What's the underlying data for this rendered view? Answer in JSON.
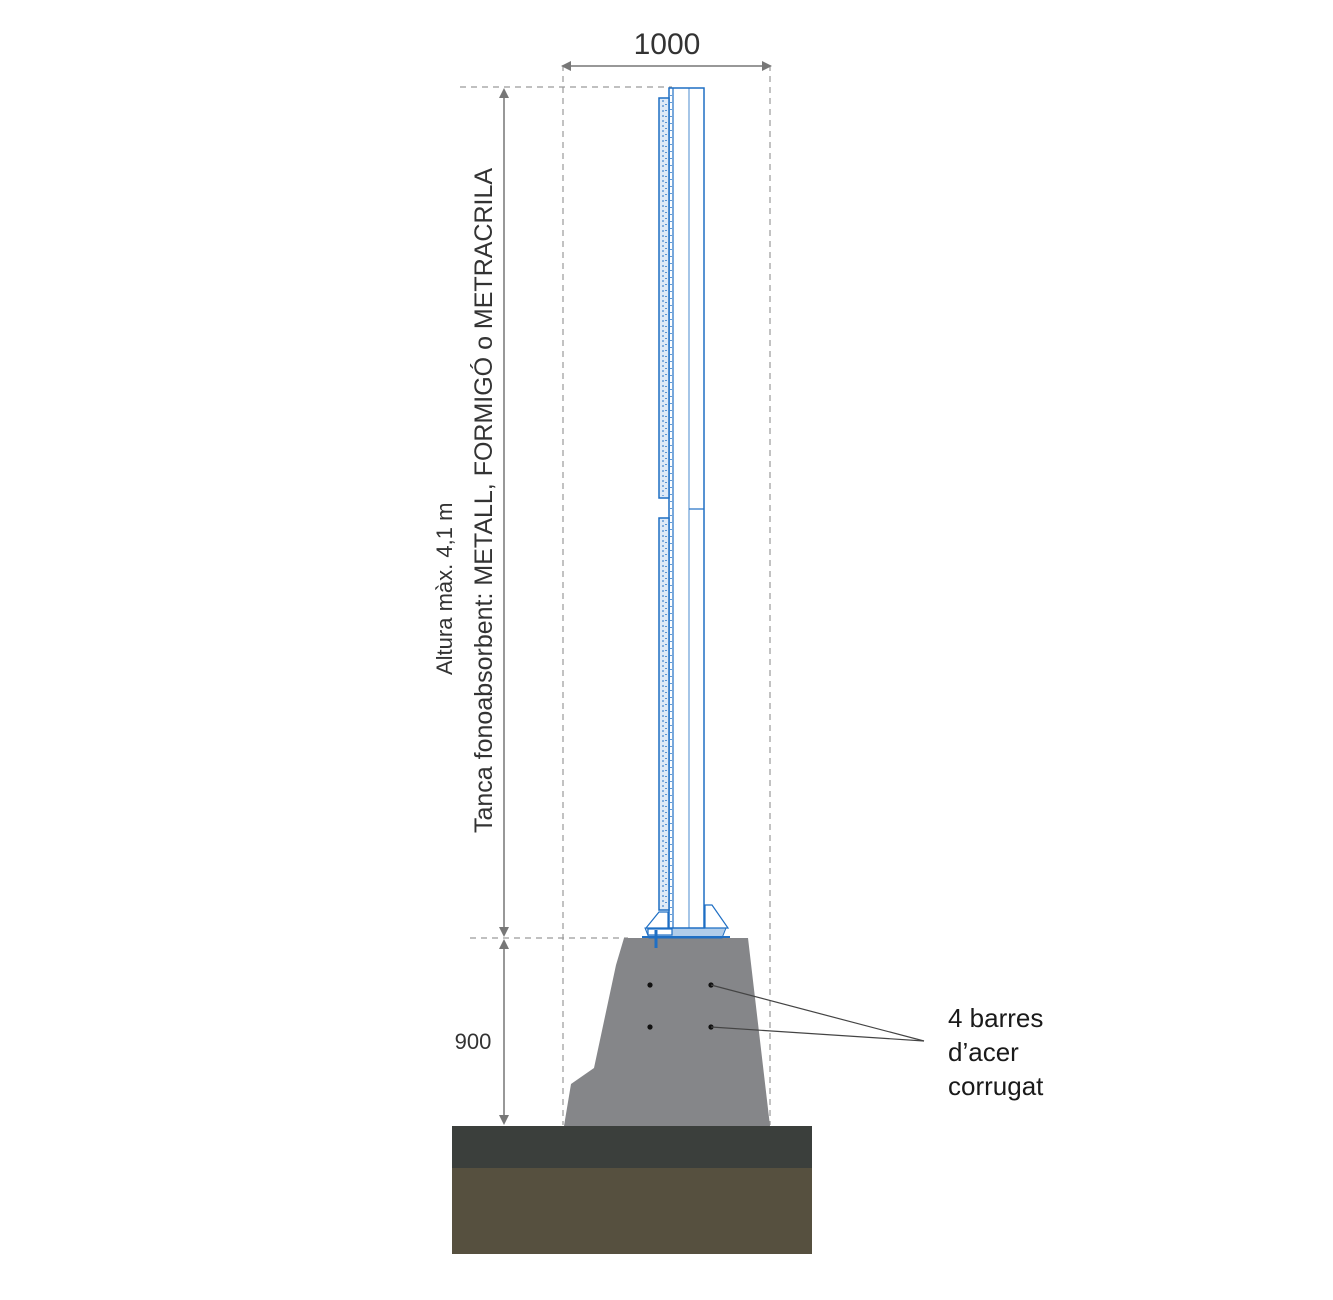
{
  "dimensions": {
    "width_label": "1000",
    "base_height_label": "900"
  },
  "fence": {
    "height_note": "Altura màx. 4,1 m",
    "material_note": "Tanca fonoabsorbent: METALL, FORMIGÓ o METRACRILA"
  },
  "callout": {
    "line1": "4 barres",
    "line2": "d’acer",
    "line3": "corrugat"
  },
  "colors": {
    "panel_blue": "#1f6fc4",
    "concrete": "#858689",
    "asphalt": "#3b3f3c",
    "soil": "#56503f",
    "dim_line": "#777777"
  }
}
